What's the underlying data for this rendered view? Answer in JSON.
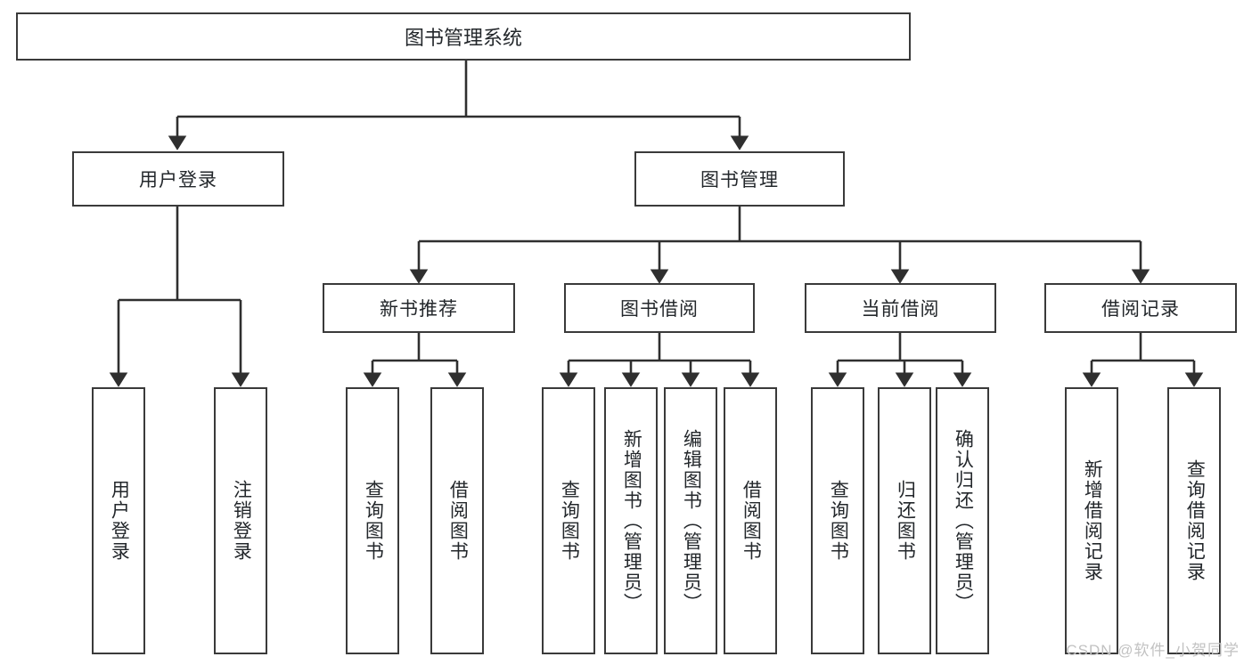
{
  "diagram": {
    "type": "hierarchy-tree",
    "root": {
      "label": "图书管理系统"
    },
    "level2": [
      {
        "label": "用户登录"
      },
      {
        "label": "图书管理"
      }
    ],
    "level3": [
      {
        "label": "新书推荐"
      },
      {
        "label": "图书借阅"
      },
      {
        "label": "当前借阅"
      },
      {
        "label": "借阅记录"
      }
    ],
    "leaves": {
      "user_login": [
        {
          "label": "用户登录"
        },
        {
          "label": "注销登录"
        }
      ],
      "new_book_recommend": [
        {
          "label": "查询图书"
        },
        {
          "label": "借阅图书"
        }
      ],
      "book_borrow": [
        {
          "label": "查询图书"
        },
        {
          "label": "新增图书（管理员）"
        },
        {
          "label": "编辑图书（管理员）"
        },
        {
          "label": "借阅图书"
        }
      ],
      "current_borrow": [
        {
          "label": "查询图书"
        },
        {
          "label": "归还图书"
        },
        {
          "label": "确认归还（管理员）"
        }
      ],
      "borrow_record": [
        {
          "label": "新增借阅记录"
        },
        {
          "label": "查询借阅记录"
        }
      ]
    }
  },
  "watermark": {
    "text": "CSDN @软件_小贺同学"
  },
  "colors": {
    "box_border": "#3a3a3a",
    "text": "#23272b",
    "background": "#ffffff",
    "watermark": "#c2c2c2"
  }
}
